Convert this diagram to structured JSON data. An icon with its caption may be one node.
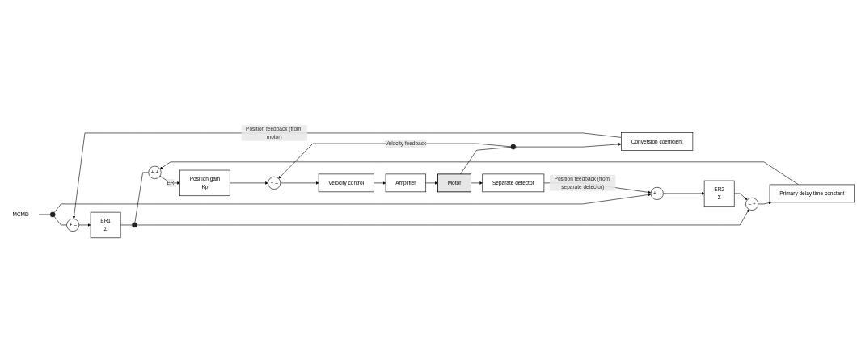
{
  "diagram": {
    "nodes": [
      {
        "text": [
          "MCMD"
        ]
      },
      {
        "text": [],
        "shape": "circle"
      },
      {
        "text": [
          "+",
          "–"
        ]
      },
      {
        "text": [
          "ER1",
          "Σ"
        ]
      },
      {
        "text": [],
        "shape": "circle"
      },
      {
        "text": [
          "+",
          "+"
        ]
      },
      {
        "text": [
          "Position gain",
          "Kp"
        ]
      },
      {
        "text": [
          "+",
          "–"
        ]
      },
      {
        "text": [
          "Velocity control"
        ]
      },
      {
        "text": [
          "Amplifier"
        ]
      },
      {
        "text": [
          "Motor"
        ]
      },
      {
        "text": [
          "Separate detector"
        ]
      },
      {
        "text": [],
        "shape": "circle"
      },
      {
        "text": [
          "Conversion coefficient"
        ]
      },
      {
        "text": [
          "+",
          "–"
        ]
      },
      {
        "text": [
          "ER2",
          "Σ"
        ]
      },
      {
        "text": [
          "–",
          "+"
        ]
      },
      {
        "text": [
          "Primary delay time constant"
        ]
      }
    ],
    "edges": [
      {
        "from": 0,
        "to": 1,
        "arrow": "none"
      },
      {
        "from": 1,
        "to": 2,
        "arrow": "none"
      },
      {
        "from": 2,
        "to": 3,
        "arrow": "to"
      },
      {
        "from": 3,
        "to": 4,
        "arrow": "none"
      },
      {
        "from": 4,
        "to": 5,
        "arrow": "none"
      },
      {
        "from": 5,
        "to": 6,
        "arrow": "to",
        "label": "ER"
      },
      {
        "from": 6,
        "to": 7,
        "arrow": "to"
      },
      {
        "from": 7,
        "to": 8,
        "arrow": "to"
      },
      {
        "from": 8,
        "to": 9,
        "arrow": "to"
      },
      {
        "from": 9,
        "to": 10,
        "arrow": "to"
      },
      {
        "from": 10,
        "to": 11,
        "arrow": "to"
      },
      {
        "from": 10,
        "to": 12,
        "arrow": "none"
      },
      {
        "from": 12,
        "to": 7,
        "arrow": "to",
        "label": "Velocity feedback"
      },
      {
        "from": 12,
        "to": 13,
        "arrow": "to"
      },
      {
        "from": 13,
        "to": 2,
        "arrow": "to",
        "label": "Position feedback (from motor)"
      },
      {
        "from": 1,
        "to": 14,
        "arrow": "to"
      },
      {
        "from": 4,
        "to": 16,
        "arrow": "to"
      },
      {
        "from": 14,
        "to": 15,
        "arrow": "to"
      },
      {
        "from": 15,
        "to": 16,
        "arrow": "to"
      },
      {
        "from": 16,
        "to": 17,
        "arrow": "to"
      },
      {
        "from": 17,
        "to": 5,
        "arrow": "to"
      },
      {
        "from": 11,
        "to": 14,
        "arrow": "to",
        "label": "Position feedback (from separate detector)"
      }
    ]
  }
}
